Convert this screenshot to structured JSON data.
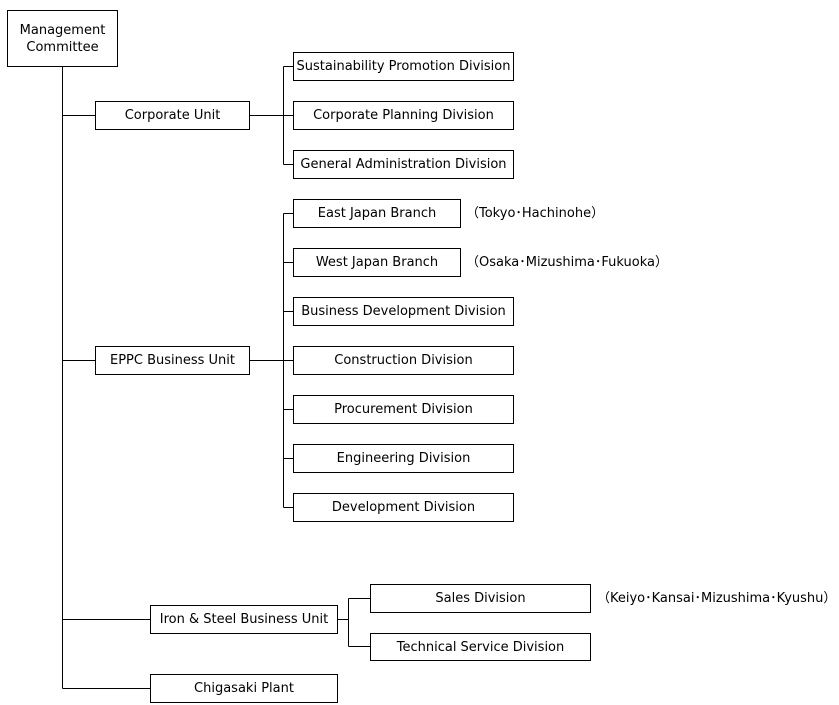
{
  "chart": {
    "root": "Management\nCommittee",
    "corporate_unit": {
      "label": "Corporate Unit",
      "divisions": [
        "Sustainability Promotion Division",
        "Corporate Planning Division",
        "General Administration Division"
      ]
    },
    "eppc_unit": {
      "label": "EPPC Business Unit",
      "branches": [
        {
          "label": "East Japan Branch",
          "note": "（Tokyo･Hachinohe）"
        },
        {
          "label": "West Japan Branch",
          "note": "（Osaka･Mizushima･Fukuoka）"
        }
      ],
      "divisions": [
        "Business Development Division",
        "Construction Division",
        "Procurement Division",
        "Engineering Division",
        "Development Division"
      ]
    },
    "iron_steel_unit": {
      "label": "Iron & Steel Business Unit",
      "divisions": [
        {
          "label": "Sales Division",
          "note": "（Keiyo･Kansai･Mizushima･Kyushu）"
        },
        {
          "label": "Technical Service Division",
          "note": ""
        }
      ]
    },
    "plant": "Chigasaki Plant"
  }
}
